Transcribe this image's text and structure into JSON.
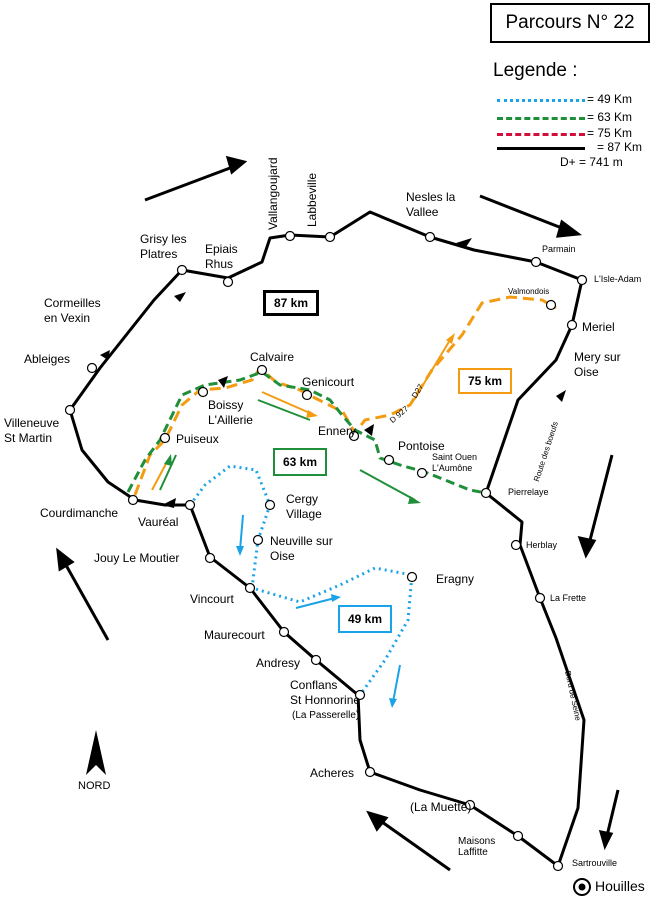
{
  "title": "Parcours N° 22",
  "legend": {
    "title": "Legende :",
    "items": [
      {
        "label": "= 49 Km",
        "color": "#1aa3e8",
        "style": "dotted"
      },
      {
        "label": "= 63 Km",
        "color": "#1f8f3a",
        "style": "dashed"
      },
      {
        "label": "= 75 Km",
        "color": "#d0103a",
        "style": "dashed"
      },
      {
        "label": "= 87 Km",
        "color": "#000000",
        "style": "solid"
      }
    ],
    "elevation": "D+ = 741 m"
  },
  "distances": {
    "d87": "87 km",
    "d75": "75 km",
    "d63": "63 km",
    "d49": "49 km"
  },
  "places": {
    "vallangoujard": "Vallangoujard",
    "labbeville": "Labbeville",
    "nesles": "Nesles la\nVallee",
    "parmain": "Parmain",
    "isle_adam": "L'Isle-Adam",
    "valmondois": "Valmondois",
    "meriel": "Meriel",
    "mery": "Mery sur\nOise",
    "grisy": "Grisy les\nPlatres",
    "epiais": "Epiais\nRhus",
    "cormeilles": "Cormeilles\nen Vexin",
    "ableiges": "Ableiges",
    "villeneuve": "Villeneuve\nSt Martin",
    "calvaire": "Calvaire",
    "boissy": "Boissy\nL'Aillerie",
    "genicourt": "Genicourt",
    "ennery": "Ennery",
    "puiseux": "Puiseux",
    "pontoise": "Pontoise",
    "saint_ouen": "Saint Ouen\nL'Aumône",
    "pierrelaye": "Pierrelaye",
    "courdimanche": "Courdimanche",
    "vaureal": "Vauréal",
    "cergy": "Cergy\nVillage",
    "neuville": "Neuville sur\nOise",
    "jouy": "Jouy Le Moutier",
    "vincourt": "Vincourt",
    "eragny": "Eragny",
    "herblay": "Herblay",
    "la_frette": "La Frette",
    "maurecourt": "Maurecourt",
    "andresy": "Andresy",
    "conflans": "Conflans\nSt Honnorine",
    "passerelle": "(La Passerelle)",
    "acheres": "Acheres",
    "la_muette": "(La Muette)",
    "maisons": "Maisons\nLaffitte",
    "sartrouville": "Sartrouville",
    "houilles": "Houilles"
  },
  "roads": {
    "d27a": "D27",
    "d27b": "D 927",
    "route_boeufs": "Route des boeufs",
    "bord_seine": "Bord de Seine"
  },
  "compass": "NORD"
}
